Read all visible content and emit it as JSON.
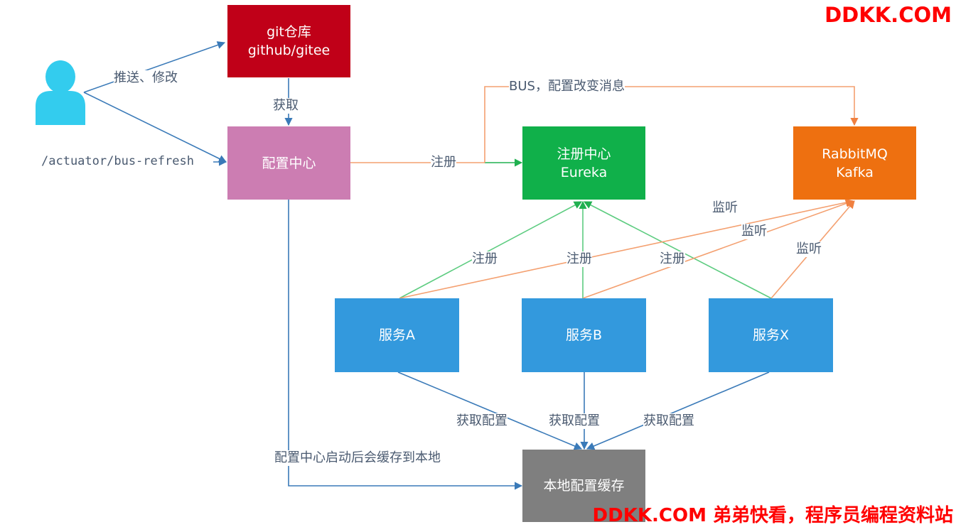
{
  "nodes": {
    "user": {
      "name": "user"
    },
    "git": {
      "line1": "git仓库",
      "line2": "github/gitee"
    },
    "config": {
      "label": "配置中心"
    },
    "eureka": {
      "line1": "注册中心",
      "line2": "Eureka"
    },
    "mq": {
      "line1": "RabbitMQ",
      "line2": "Kafka"
    },
    "svcA": {
      "label": "服务A"
    },
    "svcB": {
      "label": "服务B"
    },
    "svcX": {
      "label": "服务X"
    },
    "cache": {
      "label": "本地配置缓存"
    }
  },
  "edge_labels": {
    "push": "推送、修改",
    "refresh": "/actuator/bus-refresh",
    "fetch": "获取",
    "bus": "BUS，配置改变消息",
    "register_config": "注册",
    "register_a": "注册",
    "register_b": "注册",
    "register_x": "注册",
    "listen_1": "监听",
    "listen_2": "监听",
    "listen_3": "监听",
    "get_config_a": "获取配置",
    "get_config_b": "获取配置",
    "get_config_x": "获取配置",
    "cache_note": "配置中心启动后会缓存到本地"
  },
  "watermark": {
    "top": "DDKK.COM",
    "bottom": "DDKK.COM 弟弟快看，程序员编程资料站"
  },
  "colors": {
    "git": "#c00018",
    "config": "#cc7db2",
    "eureka": "#10b04a",
    "mq": "#ee7010",
    "service": "#3399dd",
    "cache": "#7f7f7f",
    "user": "#33ccee",
    "edge_blue": "#3a7ab8",
    "edge_orange": "#f4a070",
    "edge_green": "#5dcc80"
  }
}
